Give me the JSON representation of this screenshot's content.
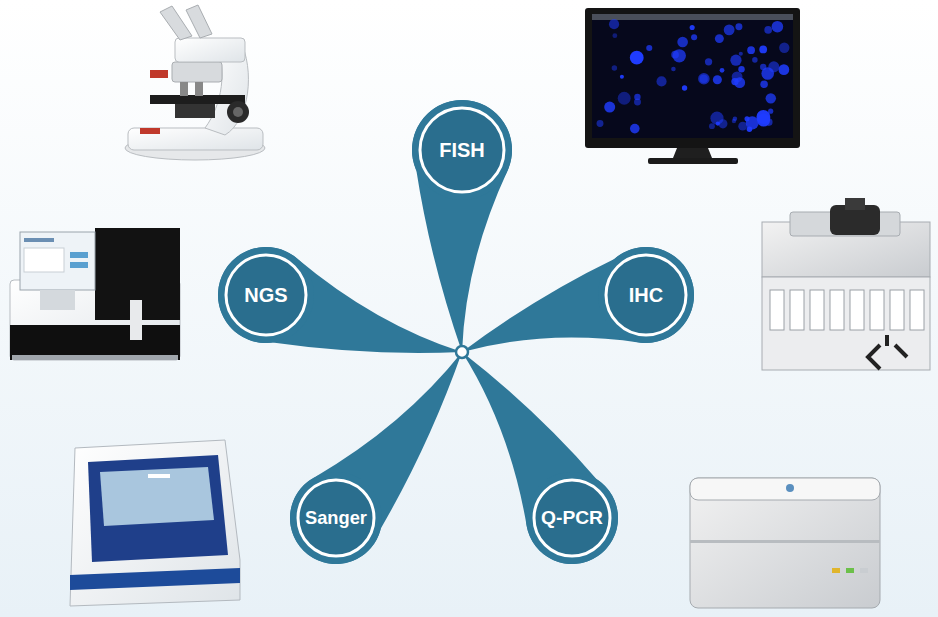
{
  "diagram": {
    "nodes": [
      {
        "text": [
          "FISH"
        ]
      },
      {
        "text": [
          "NGS"
        ]
      },
      {
        "text": [
          "IHC"
        ]
      },
      {
        "text": [
          "Sanger"
        ]
      },
      {
        "text": [
          "Q-PCR"
        ]
      }
    ]
  }
}
